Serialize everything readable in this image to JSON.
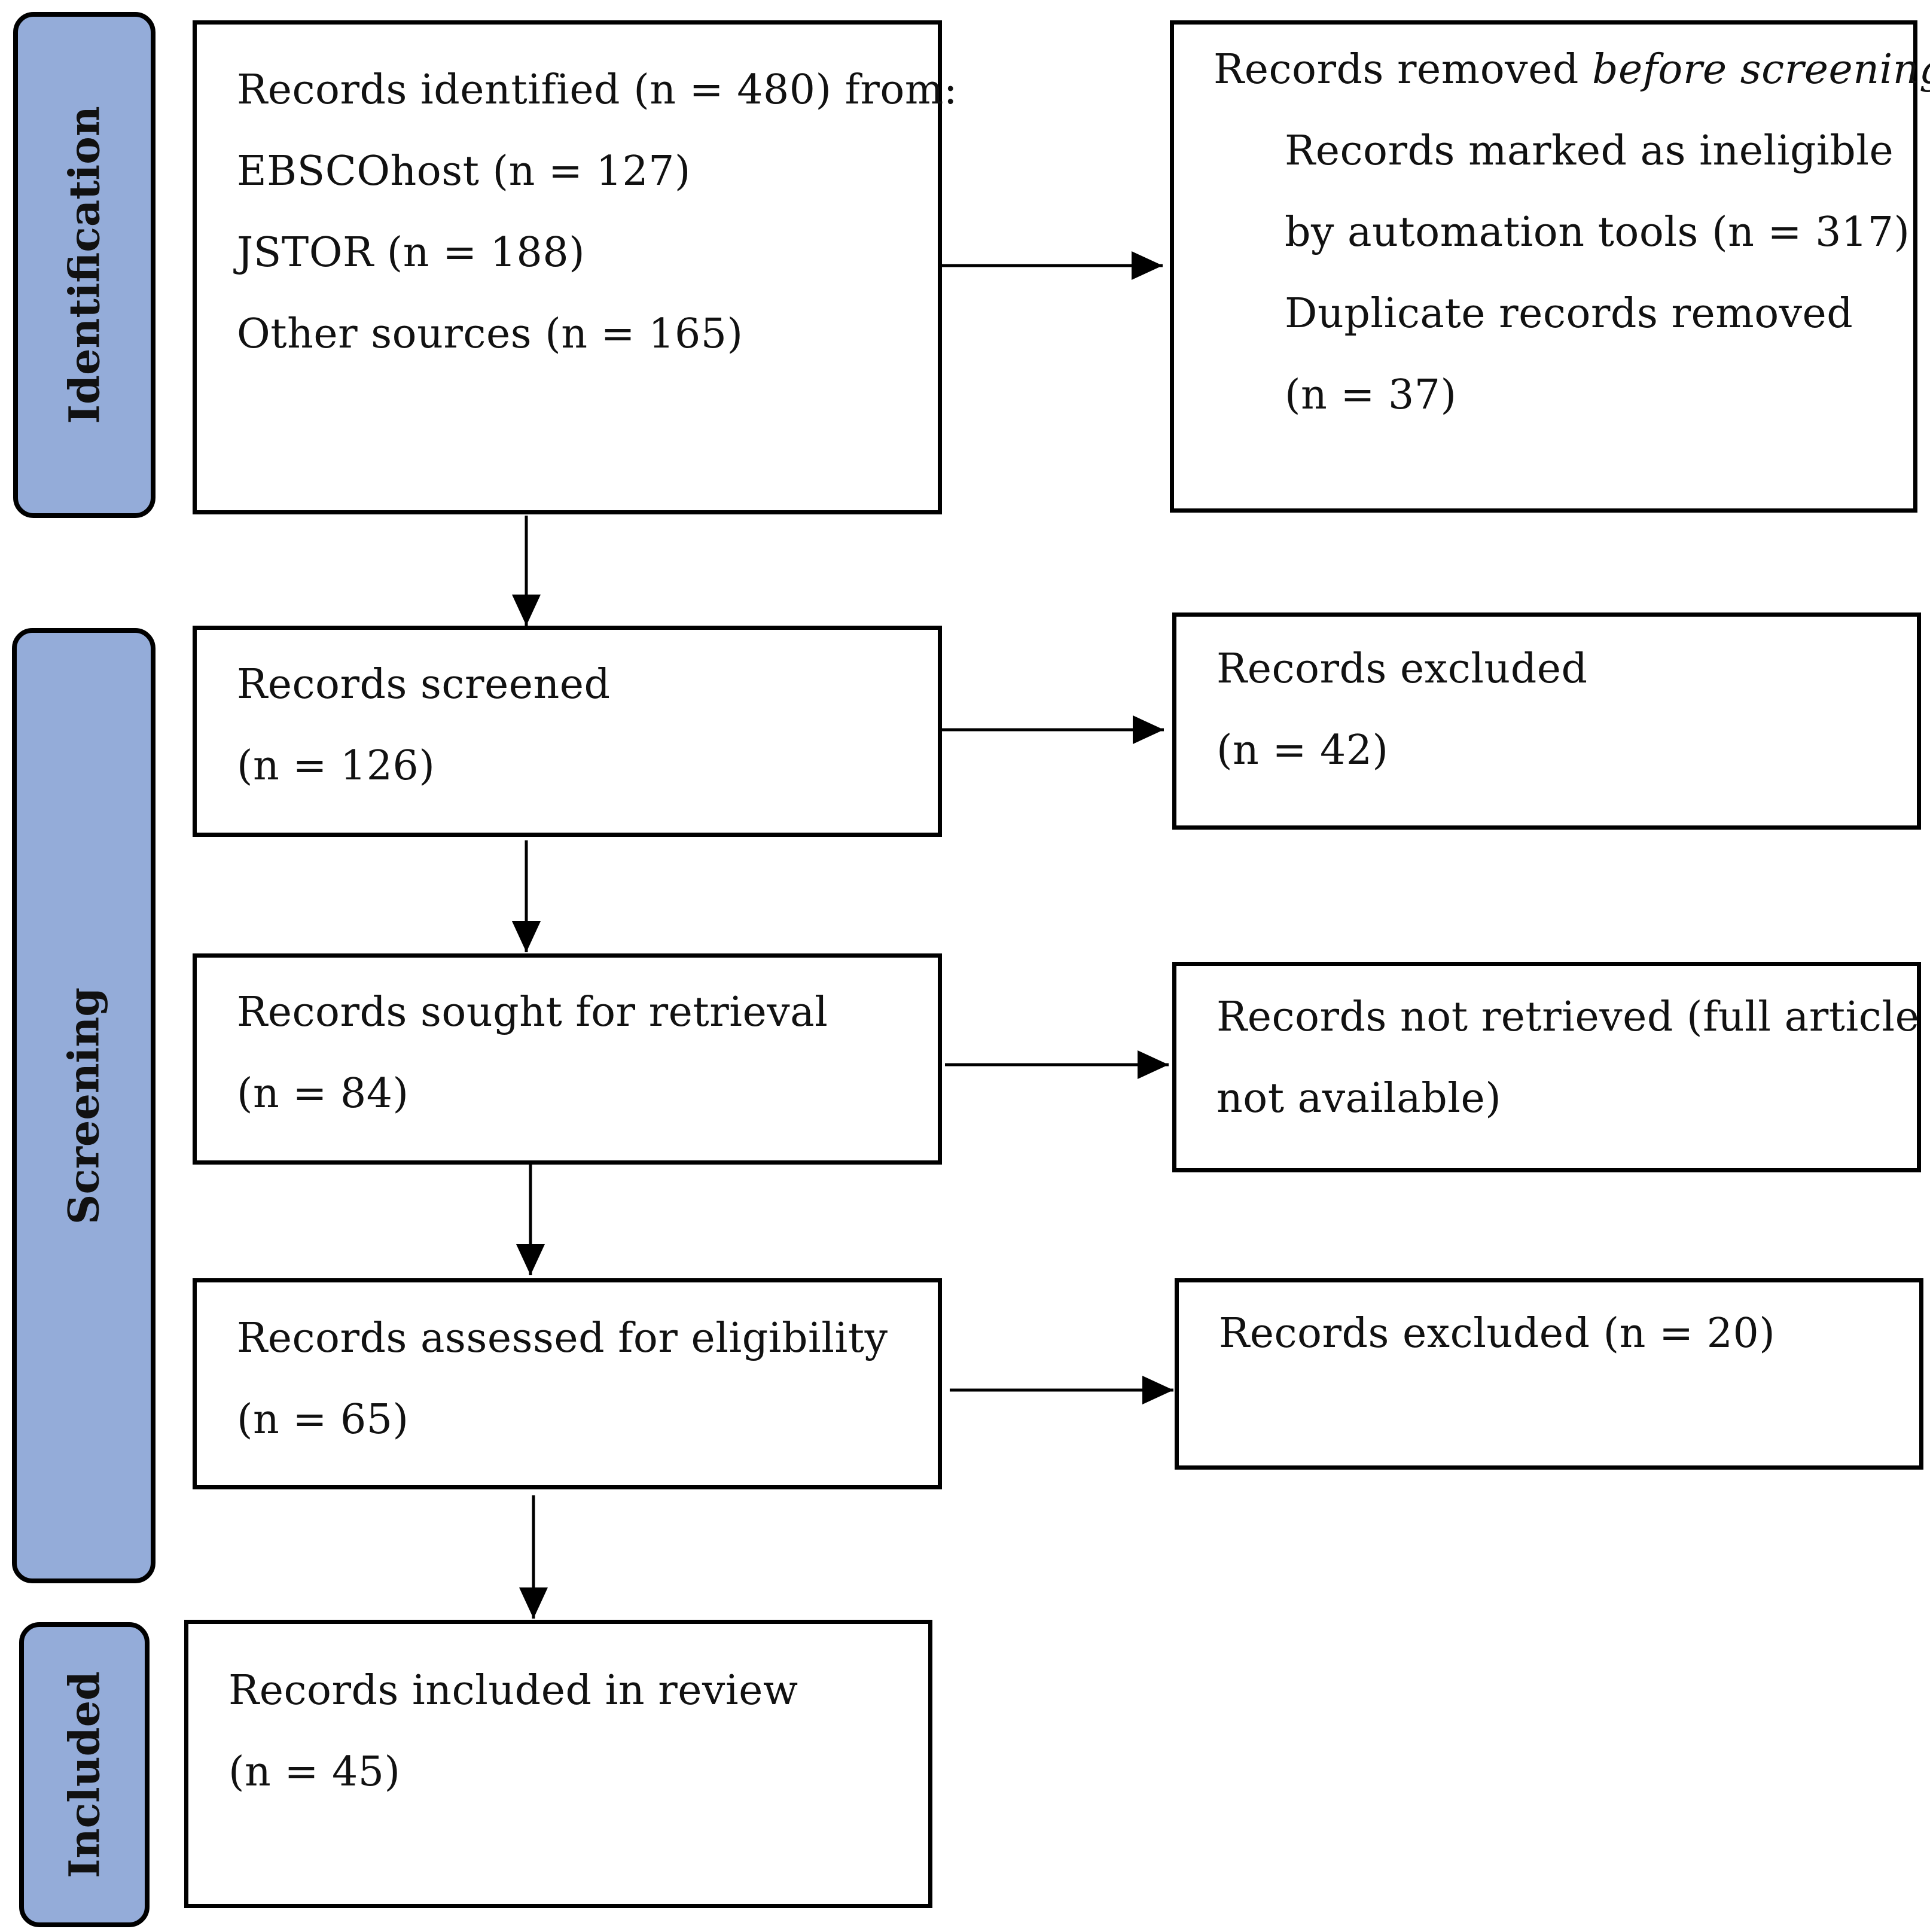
{
  "phases": {
    "identification": "Identification",
    "screening": "Screening",
    "included": "Included"
  },
  "identified": {
    "line1": "Records identified (n = 480) from:",
    "line2": "EBSCOhost (n = 127)",
    "line3": "JSTOR (n = 188)",
    "line4": "Other sources (n = 165)"
  },
  "removed": {
    "heading_prefix": "Records removed ",
    "heading_italic": "before screening",
    "heading_suffix": ":",
    "line1": "Records marked as ineligible",
    "line2": "by automation tools (n = 317)",
    "line3": "Duplicate records removed",
    "line4": "(n = 37)"
  },
  "screened": {
    "line1": "Records screened",
    "line2": "(n = 126)"
  },
  "excluded_screening": {
    "line1": "Records excluded",
    "line2": "(n = 42)"
  },
  "sought": {
    "line1": "Records sought for retrieval",
    "line2": "(n = 84)"
  },
  "not_retrieved": {
    "line1": "Records not retrieved (full article",
    "line2": "not available)"
  },
  "assessed": {
    "line1": "Records assessed for eligibility",
    "line2": "(n = 65)"
  },
  "excluded_eligibility": {
    "line1": "Records excluded (n = 20)"
  },
  "included_review": {
    "line1": "Records included in review",
    "line2": "(n = 45)"
  }
}
